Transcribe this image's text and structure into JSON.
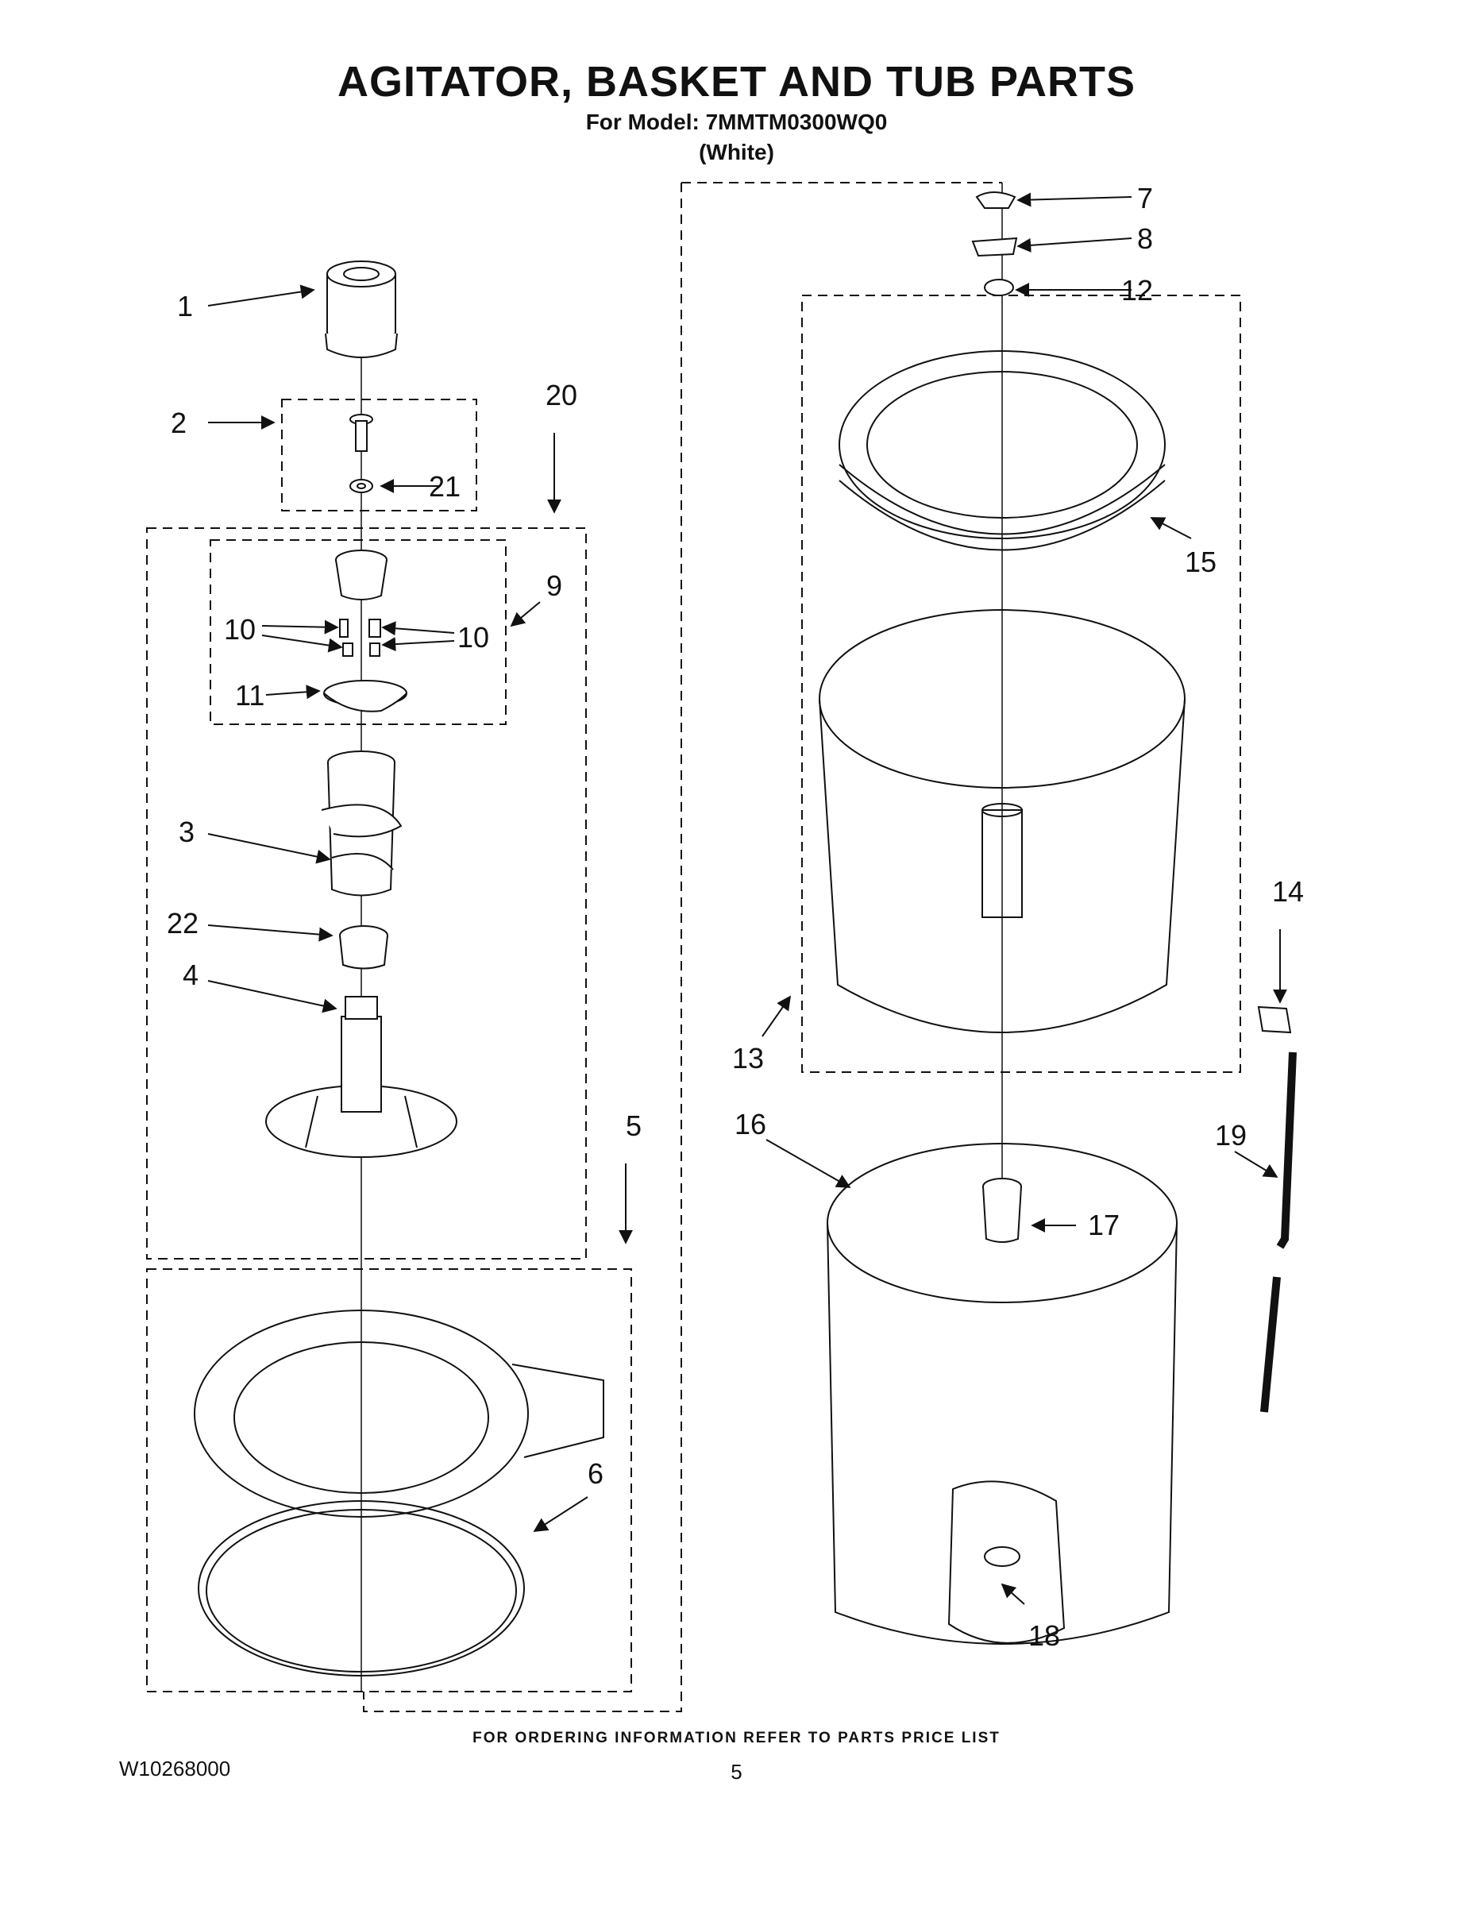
{
  "header": {
    "title": "AGITATOR, BASKET AND TUB PARTS",
    "model_line": "For Model: 7MMTM0300WQ0",
    "color_line": "(White)"
  },
  "callouts": {
    "c1": "1",
    "c2": "2",
    "c3": "3",
    "c4": "4",
    "c5": "5",
    "c6": "6",
    "c7": "7",
    "c8": "8",
    "c9": "9",
    "c10a": "10",
    "c10b": "10",
    "c11": "11",
    "c12": "12",
    "c13": "13",
    "c14": "14",
    "c15": "15",
    "c16": "16",
    "c17": "17",
    "c18": "18",
    "c19": "19",
    "c20": "20",
    "c21": "21",
    "c22": "22"
  },
  "footer": {
    "ordering_note": "FOR ORDERING INFORMATION REFER TO PARTS PRICE LIST",
    "document_number": "W10268000",
    "page_number": "5"
  }
}
